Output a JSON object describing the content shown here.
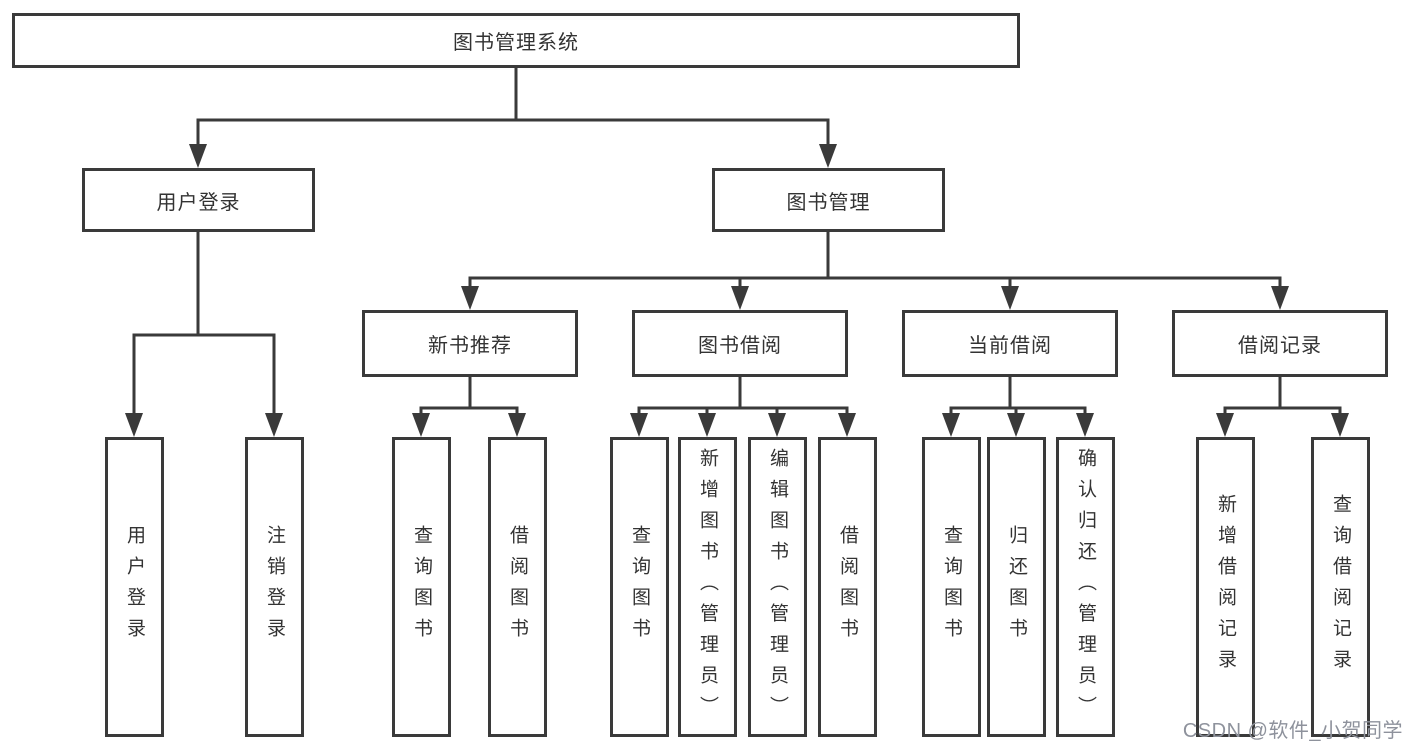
{
  "diagram": {
    "title": "图书管理系统",
    "level2": [
      {
        "label": "用户登录"
      },
      {
        "label": "图书管理"
      }
    ],
    "level3": [
      {
        "label": "新书推荐",
        "parent": "图书管理"
      },
      {
        "label": "图书借阅",
        "parent": "图书管理"
      },
      {
        "label": "当前借阅",
        "parent": "图书管理"
      },
      {
        "label": "借阅记录",
        "parent": "图书管理"
      }
    ],
    "leaves": [
      {
        "label": "用户登录",
        "parent": "用户登录"
      },
      {
        "label": "注销登录",
        "parent": "用户登录"
      },
      {
        "label": "查询图书",
        "parent": "新书推荐"
      },
      {
        "label": "借阅图书",
        "parent": "新书推荐"
      },
      {
        "label": "查询图书",
        "parent": "图书借阅"
      },
      {
        "label": "新增图书（管理员）",
        "parent": "图书借阅"
      },
      {
        "label": "编辑图书（管理员）",
        "parent": "图书借阅"
      },
      {
        "label": "借阅图书",
        "parent": "图书借阅"
      },
      {
        "label": "查询图书",
        "parent": "当前借阅"
      },
      {
        "label": "归还图书",
        "parent": "当前借阅"
      },
      {
        "label": "确认归还（管理员）",
        "parent": "当前借阅"
      },
      {
        "label": "新增借阅记录",
        "parent": "借阅记录"
      },
      {
        "label": "查询借阅记录",
        "parent": "借阅记录"
      }
    ]
  },
  "watermark": "CSDN @软件_小贺同学",
  "colors": {
    "line": "#3a3a3a",
    "text": "#333333",
    "box_fill": "#ffffff",
    "watermark": "#8e929c",
    "background": "#ffffff"
  }
}
